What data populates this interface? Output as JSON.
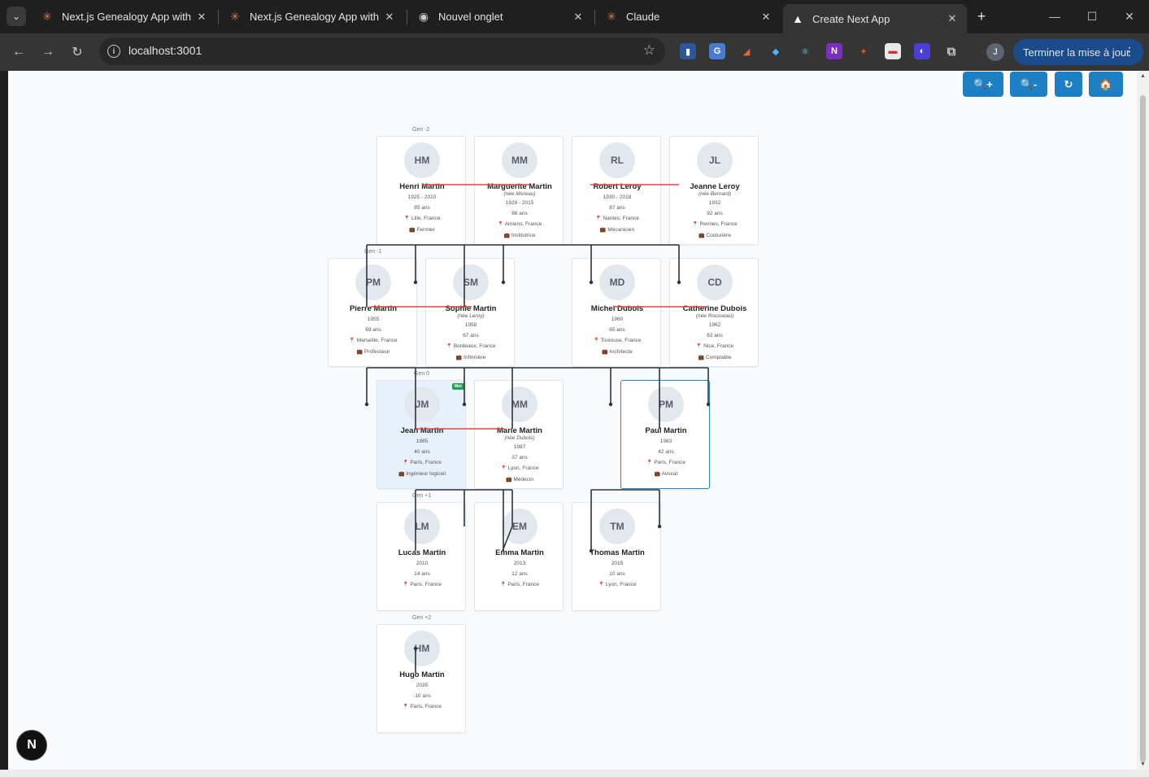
{
  "browser": {
    "tabs": [
      {
        "title": "Next.js Genealogy App with Au",
        "icon": "claude-icon"
      },
      {
        "title": "Next.js Genealogy App with Au",
        "icon": "claude-icon"
      },
      {
        "title": "Nouvel onglet",
        "icon": "chrome-icon"
      },
      {
        "title": "Claude",
        "icon": "claude-icon"
      },
      {
        "title": "Create Next App",
        "icon": "nextjs-icon"
      }
    ],
    "url": "localhost:3001",
    "update_label": "Terminer la mise à jour",
    "avatar_letter": "J"
  },
  "controls": {
    "zoom_in": "🔍+",
    "zoom_out": "🔍-",
    "reset": "↻",
    "home": "🏠"
  },
  "generations": [
    "Gen -2",
    "Gen -1",
    "Gen 0",
    "Gen +1",
    "Gen +2"
  ],
  "people": [
    {
      "id": "hm",
      "initials": "HM",
      "name": "Henri Martin",
      "maiden": "",
      "years": "1925 - 2010",
      "age": "85 ans",
      "place": "Lille, France",
      "job": "Fermier"
    },
    {
      "id": "mm1",
      "initials": "MM",
      "name": "Marguerite Martin",
      "maiden": "(née Moreau)",
      "years": "1928 - 2015",
      "age": "86 ans",
      "place": "Amiens, France",
      "job": "Institutrice"
    },
    {
      "id": "rl",
      "initials": "RL",
      "name": "Robert Leroy",
      "maiden": "",
      "years": "1930 - 2018",
      "age": "87 ans",
      "place": "Nantes, France",
      "job": "Mécanicien"
    },
    {
      "id": "jl",
      "initials": "JL",
      "name": "Jeanne Leroy",
      "maiden": "(née Bernard)",
      "years": "1932",
      "age": "92 ans",
      "place": "Rennes, France",
      "job": "Couturière"
    },
    {
      "id": "pm1",
      "initials": "PM",
      "name": "Pierre Martin",
      "maiden": "",
      "years": "1955",
      "age": "69 ans",
      "place": "Marseille, France",
      "job": "Professeur"
    },
    {
      "id": "sm",
      "initials": "SM",
      "name": "Sophie Martin",
      "maiden": "(née Leroy)",
      "years": "1958",
      "age": "67 ans",
      "place": "Bordeaux, France",
      "job": "Infirmière"
    },
    {
      "id": "md",
      "initials": "MD",
      "name": "Michel Dubois",
      "maiden": "",
      "years": "1960",
      "age": "65 ans",
      "place": "Toulouse, France",
      "job": "Architecte"
    },
    {
      "id": "cd",
      "initials": "CD",
      "name": "Catherine Dubois",
      "maiden": "(née Rousseau)",
      "years": "1962",
      "age": "62 ans",
      "place": "Nice, France",
      "job": "Comptable"
    },
    {
      "id": "jm",
      "initials": "JM",
      "name": "Jean Martin",
      "maiden": "",
      "years": "1985",
      "age": "40 ans",
      "place": "Paris, France",
      "job": "Ingénieur logiciel",
      "badge": "Moi"
    },
    {
      "id": "mm2",
      "initials": "MM",
      "name": "Marie Martin",
      "maiden": "(née Dubois)",
      "years": "1987",
      "age": "37 ans",
      "place": "Lyon, France",
      "job": "Médecin"
    },
    {
      "id": "pm2",
      "initials": "PM",
      "name": "Paul Martin",
      "maiden": "",
      "years": "1983",
      "age": "42 ans",
      "place": "Paris, France",
      "job": "Avocat"
    },
    {
      "id": "lm",
      "initials": "LM",
      "name": "Lucas Martin",
      "maiden": "",
      "years": "2010",
      "age": "14 ans",
      "place": "Paris, France",
      "job": ""
    },
    {
      "id": "em",
      "initials": "EM",
      "name": "Emma Martin",
      "maiden": "",
      "years": "2013",
      "age": "12 ans",
      "place": "Paris, France",
      "job": ""
    },
    {
      "id": "tm",
      "initials": "TM",
      "name": "Thomas Martin",
      "maiden": "",
      "years": "2015",
      "age": "10 ans",
      "place": "Lyon, France",
      "job": ""
    },
    {
      "id": "hm2",
      "initials": "HM",
      "name": "Hugo Martin",
      "maiden": "",
      "years": "2035",
      "age": "-10 ans",
      "place": "Paris, France",
      "job": ""
    }
  ],
  "colors": {
    "accent": "#1d7fc4",
    "spouse_line": "#e0483e",
    "link_line": "#2b3440",
    "me_background": "#e6f1fb",
    "badge": "#22a05a"
  },
  "next_badge": "N"
}
